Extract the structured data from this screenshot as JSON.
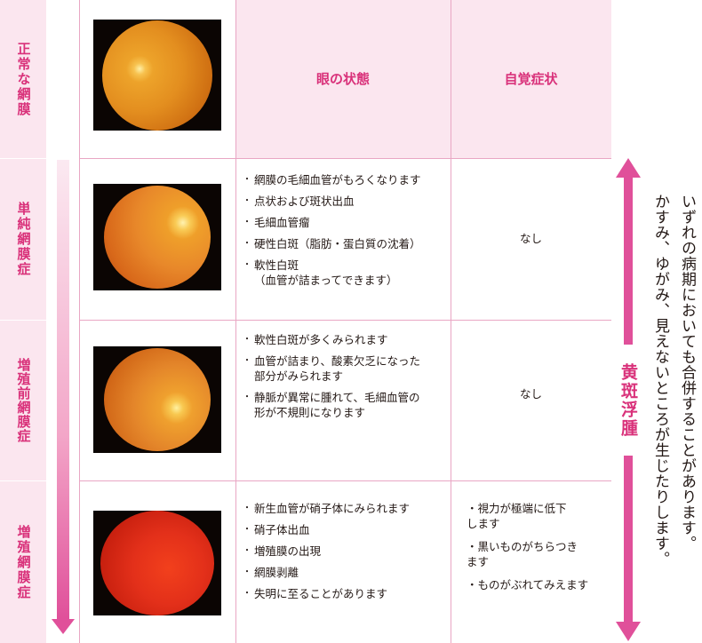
{
  "stages": [
    {
      "label": "正常な網膜"
    },
    {
      "label": "単純網膜症"
    },
    {
      "label": "増殖前網膜症"
    },
    {
      "label": "増殖網膜症"
    }
  ],
  "headers": {
    "eye_state": "眼の状態",
    "symptoms": "自覚症状"
  },
  "rows": [
    {
      "state": [
        "網膜の毛細血管がもろくなります",
        "点状および斑状出血",
        "毛細血管瘤",
        "硬性白斑（脂肪・蛋白質の沈着）",
        "軟性白斑",
        "（血管が詰まってできます）"
      ],
      "symptom": "なし"
    },
    {
      "state": [
        "軟性白斑が多くみられます",
        "血管が詰まり、酸素欠乏になった",
        "部分がみられます",
        "静脈が異常に腫れて、毛細血管の",
        "形が不規則になります"
      ],
      "symptom": "なし"
    },
    {
      "state": [
        "新生血管が硝子体にみられます",
        "硝子体出血",
        "増殖膜の出現",
        "網膜剥離",
        "失明に至ることがあります"
      ],
      "symptoms": [
        "・視力が極端に低下",
        "します",
        "・黒いものがちらつき",
        "ます",
        "・ものがぶれてみえます"
      ]
    }
  ],
  "side": {
    "edema_label": "黄斑浮腫",
    "note_line1": "いずれの病期においても合併することがあります。",
    "note_line2": "かすみ、ゆがみ、見えないところが生じたりします。"
  },
  "colors": {
    "accent": "#d9317a",
    "pink_bg": "#fbe6ef",
    "grid": "#e9a6c4"
  }
}
